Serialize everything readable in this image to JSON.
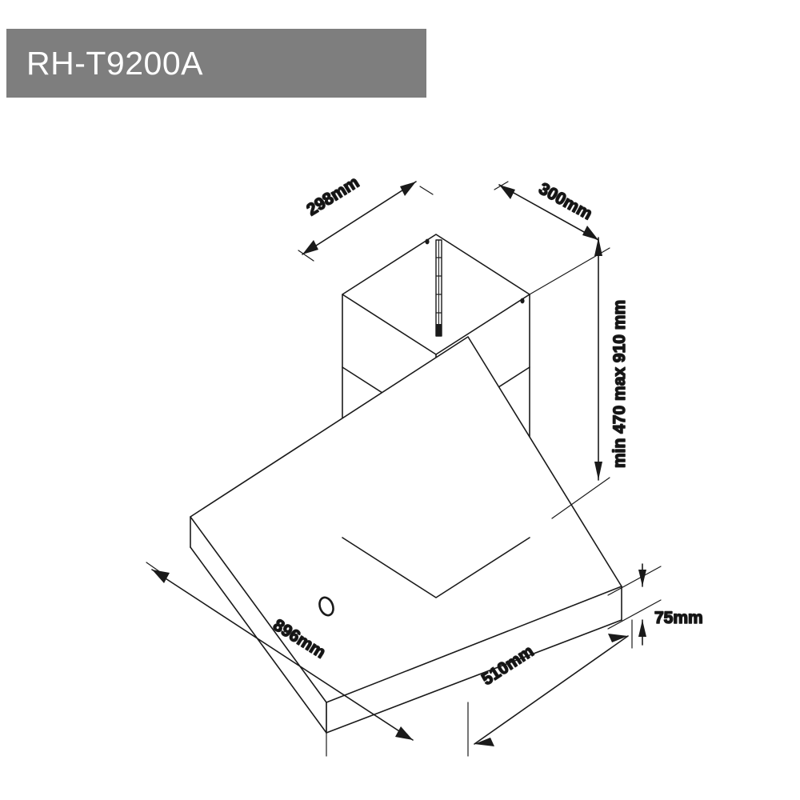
{
  "title": {
    "model": "RH-T9200A",
    "banner_color": "#7e7e7e",
    "text_color": "#ffffff"
  },
  "drawing": {
    "type": "isometric-technical-drawing",
    "subject": "chimney-range-hood",
    "line_color": "#1a1a1a",
    "background": "#ffffff",
    "components": [
      "upper-chimney",
      "lower-chimney",
      "canopy",
      "control-knob",
      "mounting-bracket"
    ]
  },
  "dimensions": {
    "chimney_top_left": "298mm",
    "chimney_top_right": "300mm",
    "chimney_height": "min 470 max 910 mm",
    "canopy_width": "896mm",
    "canopy_depth": "510mm",
    "canopy_thickness": "75mm"
  }
}
